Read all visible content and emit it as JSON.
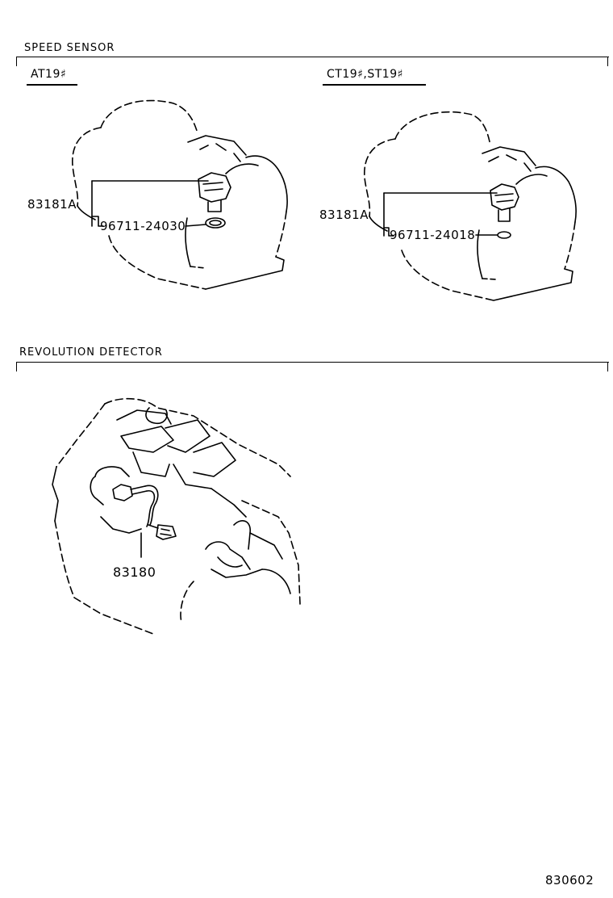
{
  "sections": {
    "speed_sensor": "SPEED SENSOR",
    "revolution_detector": "REVOLUTION DETECTOR"
  },
  "variants": {
    "left": "AT19♯",
    "right": "CT19♯,ST19♯"
  },
  "parts": {
    "left_sensor": "83181A",
    "left_oring": "96711-24030",
    "right_sensor": "83181A",
    "right_oring": "96711-24018",
    "revolution_detector": "83180"
  },
  "figure_id": "830602"
}
